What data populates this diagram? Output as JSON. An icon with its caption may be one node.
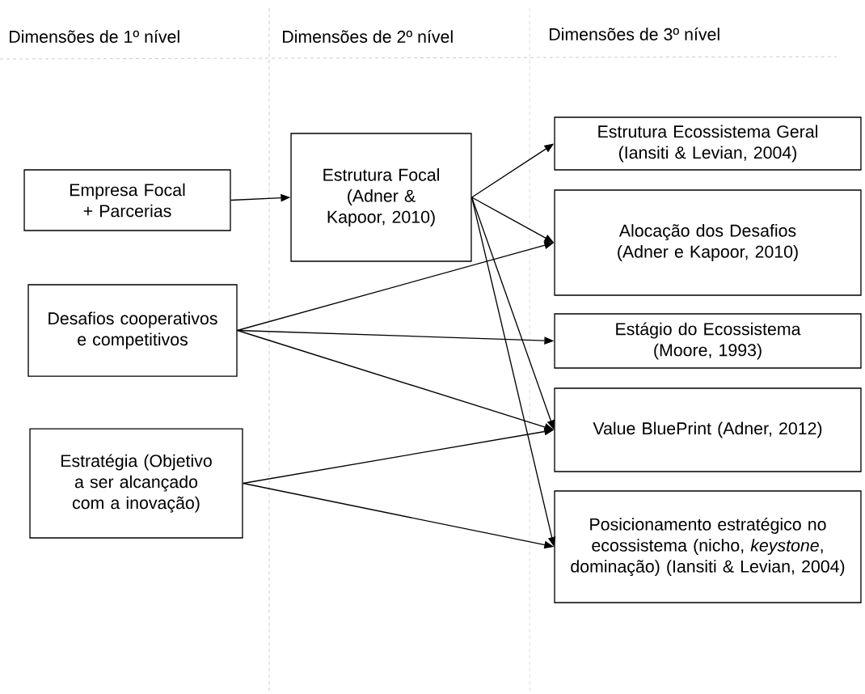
{
  "diagram": {
    "nodes": [
      {
        "text": [
          "Empresa Focal + Parcerias"
        ]
      },
      {
        "text": [
          "Desafios cooperativos e competitivos"
        ]
      },
      {
        "text": [
          "Estratégia (Objetivo a ser alcançado com a inovação)"
        ]
      },
      {
        "text": [
          "Estrutura Focal (Adner & Kapoor, 2010)"
        ]
      },
      {
        "text": [
          "Estrutura Ecossistema Geral (Iansiti & Levian, 2004)"
        ]
      },
      {
        "text": [
          "Alocação dos Desafios (Adner e Kapoor, 2010)"
        ]
      },
      {
        "text": [
          "Estágio do Ecossistema (Moore, 1993)"
        ]
      },
      {
        "text": [
          "Value BluePrint (Adner, 2012)"
        ]
      },
      {
        "text": [
          "Posicionamento estratégico no ecossistema (nicho, *keystone*, dominação) (Iansiti & Levian, 2004)"
        ]
      }
    ],
    "edges": [
      {
        "from": 0,
        "to": 3,
        "arrow": "to"
      },
      {
        "from": 3,
        "to": 4,
        "arrow": "to"
      },
      {
        "from": 3,
        "to": 5,
        "arrow": "to"
      },
      {
        "from": 3,
        "to": 7,
        "arrow": "to"
      },
      {
        "from": 3,
        "to": 8,
        "arrow": "to"
      },
      {
        "from": 1,
        "to": 5,
        "arrow": "to"
      },
      {
        "from": 1,
        "to": 6,
        "arrow": "to"
      },
      {
        "from": 1,
        "to": 7,
        "arrow": "to"
      },
      {
        "from": 2,
        "to": 7,
        "arrow": "to"
      },
      {
        "from": 2,
        "to": 8,
        "arrow": "to"
      }
    ],
    "labels": [
      "Dimensões de 1º nível",
      "Dimensões de 2º nível",
      "Dimensões de 3º nível"
    ]
  }
}
